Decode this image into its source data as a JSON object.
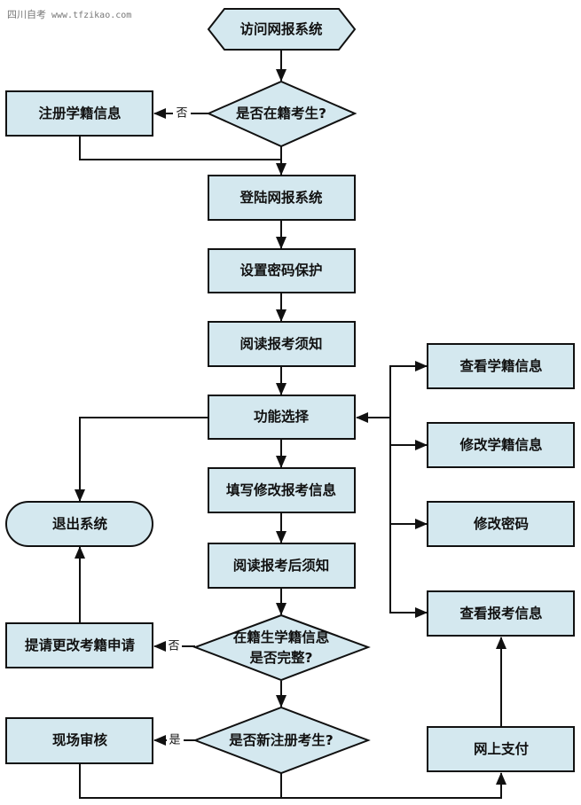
{
  "watermark": {
    "site_name": "四川自考",
    "url": "www.tfzikao.com"
  },
  "flowchart": {
    "colors": {
      "node_fill": "#d4e8ef",
      "stroke": "#111111"
    },
    "nodes": {
      "start": {
        "shape": "hexagon",
        "label": "访问网报系统"
      },
      "is_enrolled": {
        "shape": "diamond",
        "label": "是否在籍考生?"
      },
      "register_info": {
        "shape": "rect",
        "label": "注册学籍信息"
      },
      "login": {
        "shape": "rect",
        "label": "登陆网报系统"
      },
      "set_password": {
        "shape": "rect",
        "label": "设置密码保护"
      },
      "read_notice": {
        "shape": "rect",
        "label": "阅读报考须知"
      },
      "function_select": {
        "shape": "rect",
        "label": "功能选择"
      },
      "fill_info": {
        "shape": "rect",
        "label": "填写修改报考信息"
      },
      "read_after_notice": {
        "shape": "rect",
        "label": "阅读报考后须知"
      },
      "info_complete": {
        "shape": "diamond",
        "label_line1": "在籍生学籍信息",
        "label_line2": "是否完整?"
      },
      "apply_change": {
        "shape": "rect",
        "label": "提请更改考籍申请"
      },
      "is_new": {
        "shape": "diamond",
        "label": "是否新注册考生?"
      },
      "onsite_review": {
        "shape": "rect",
        "label": "现场审核"
      },
      "exit": {
        "shape": "rounded",
        "label": "退出系统"
      },
      "view_enroll": {
        "shape": "rect",
        "label": "查看学籍信息"
      },
      "edit_enroll": {
        "shape": "rect",
        "label": "修改学籍信息"
      },
      "edit_password": {
        "shape": "rect",
        "label": "修改密码"
      },
      "view_exam": {
        "shape": "rect",
        "label": "查看报考信息"
      },
      "online_pay": {
        "shape": "rect",
        "label": "网上支付"
      }
    },
    "edge_labels": {
      "is_enrolled_no": "否",
      "info_complete_no": "否",
      "is_new_yes": "是"
    },
    "edges": [
      {
        "from": "start",
        "to": "is_enrolled"
      },
      {
        "from": "is_enrolled",
        "to": "register_info",
        "label": "否"
      },
      {
        "from": "register_info",
        "to": "login"
      },
      {
        "from": "is_enrolled",
        "to": "login"
      },
      {
        "from": "login",
        "to": "set_password"
      },
      {
        "from": "set_password",
        "to": "read_notice"
      },
      {
        "from": "read_notice",
        "to": "function_select"
      },
      {
        "from": "function_select",
        "to": "fill_info"
      },
      {
        "from": "function_select",
        "to": "exit"
      },
      {
        "from": "function_select",
        "to": "view_enroll"
      },
      {
        "from": "function_select",
        "to": "edit_enroll"
      },
      {
        "from": "function_select",
        "to": "edit_password"
      },
      {
        "from": "function_select",
        "to": "view_exam"
      },
      {
        "from": "fill_info",
        "to": "read_after_notice"
      },
      {
        "from": "read_after_notice",
        "to": "info_complete"
      },
      {
        "from": "info_complete",
        "to": "apply_change",
        "label": "否"
      },
      {
        "from": "apply_change",
        "to": "exit"
      },
      {
        "from": "info_complete",
        "to": "is_new"
      },
      {
        "from": "is_new",
        "to": "onsite_review",
        "label": "是"
      },
      {
        "from": "onsite_review",
        "to": "online_pay"
      },
      {
        "from": "is_new",
        "to": "online_pay"
      },
      {
        "from": "online_pay",
        "to": "view_exam"
      }
    ]
  }
}
